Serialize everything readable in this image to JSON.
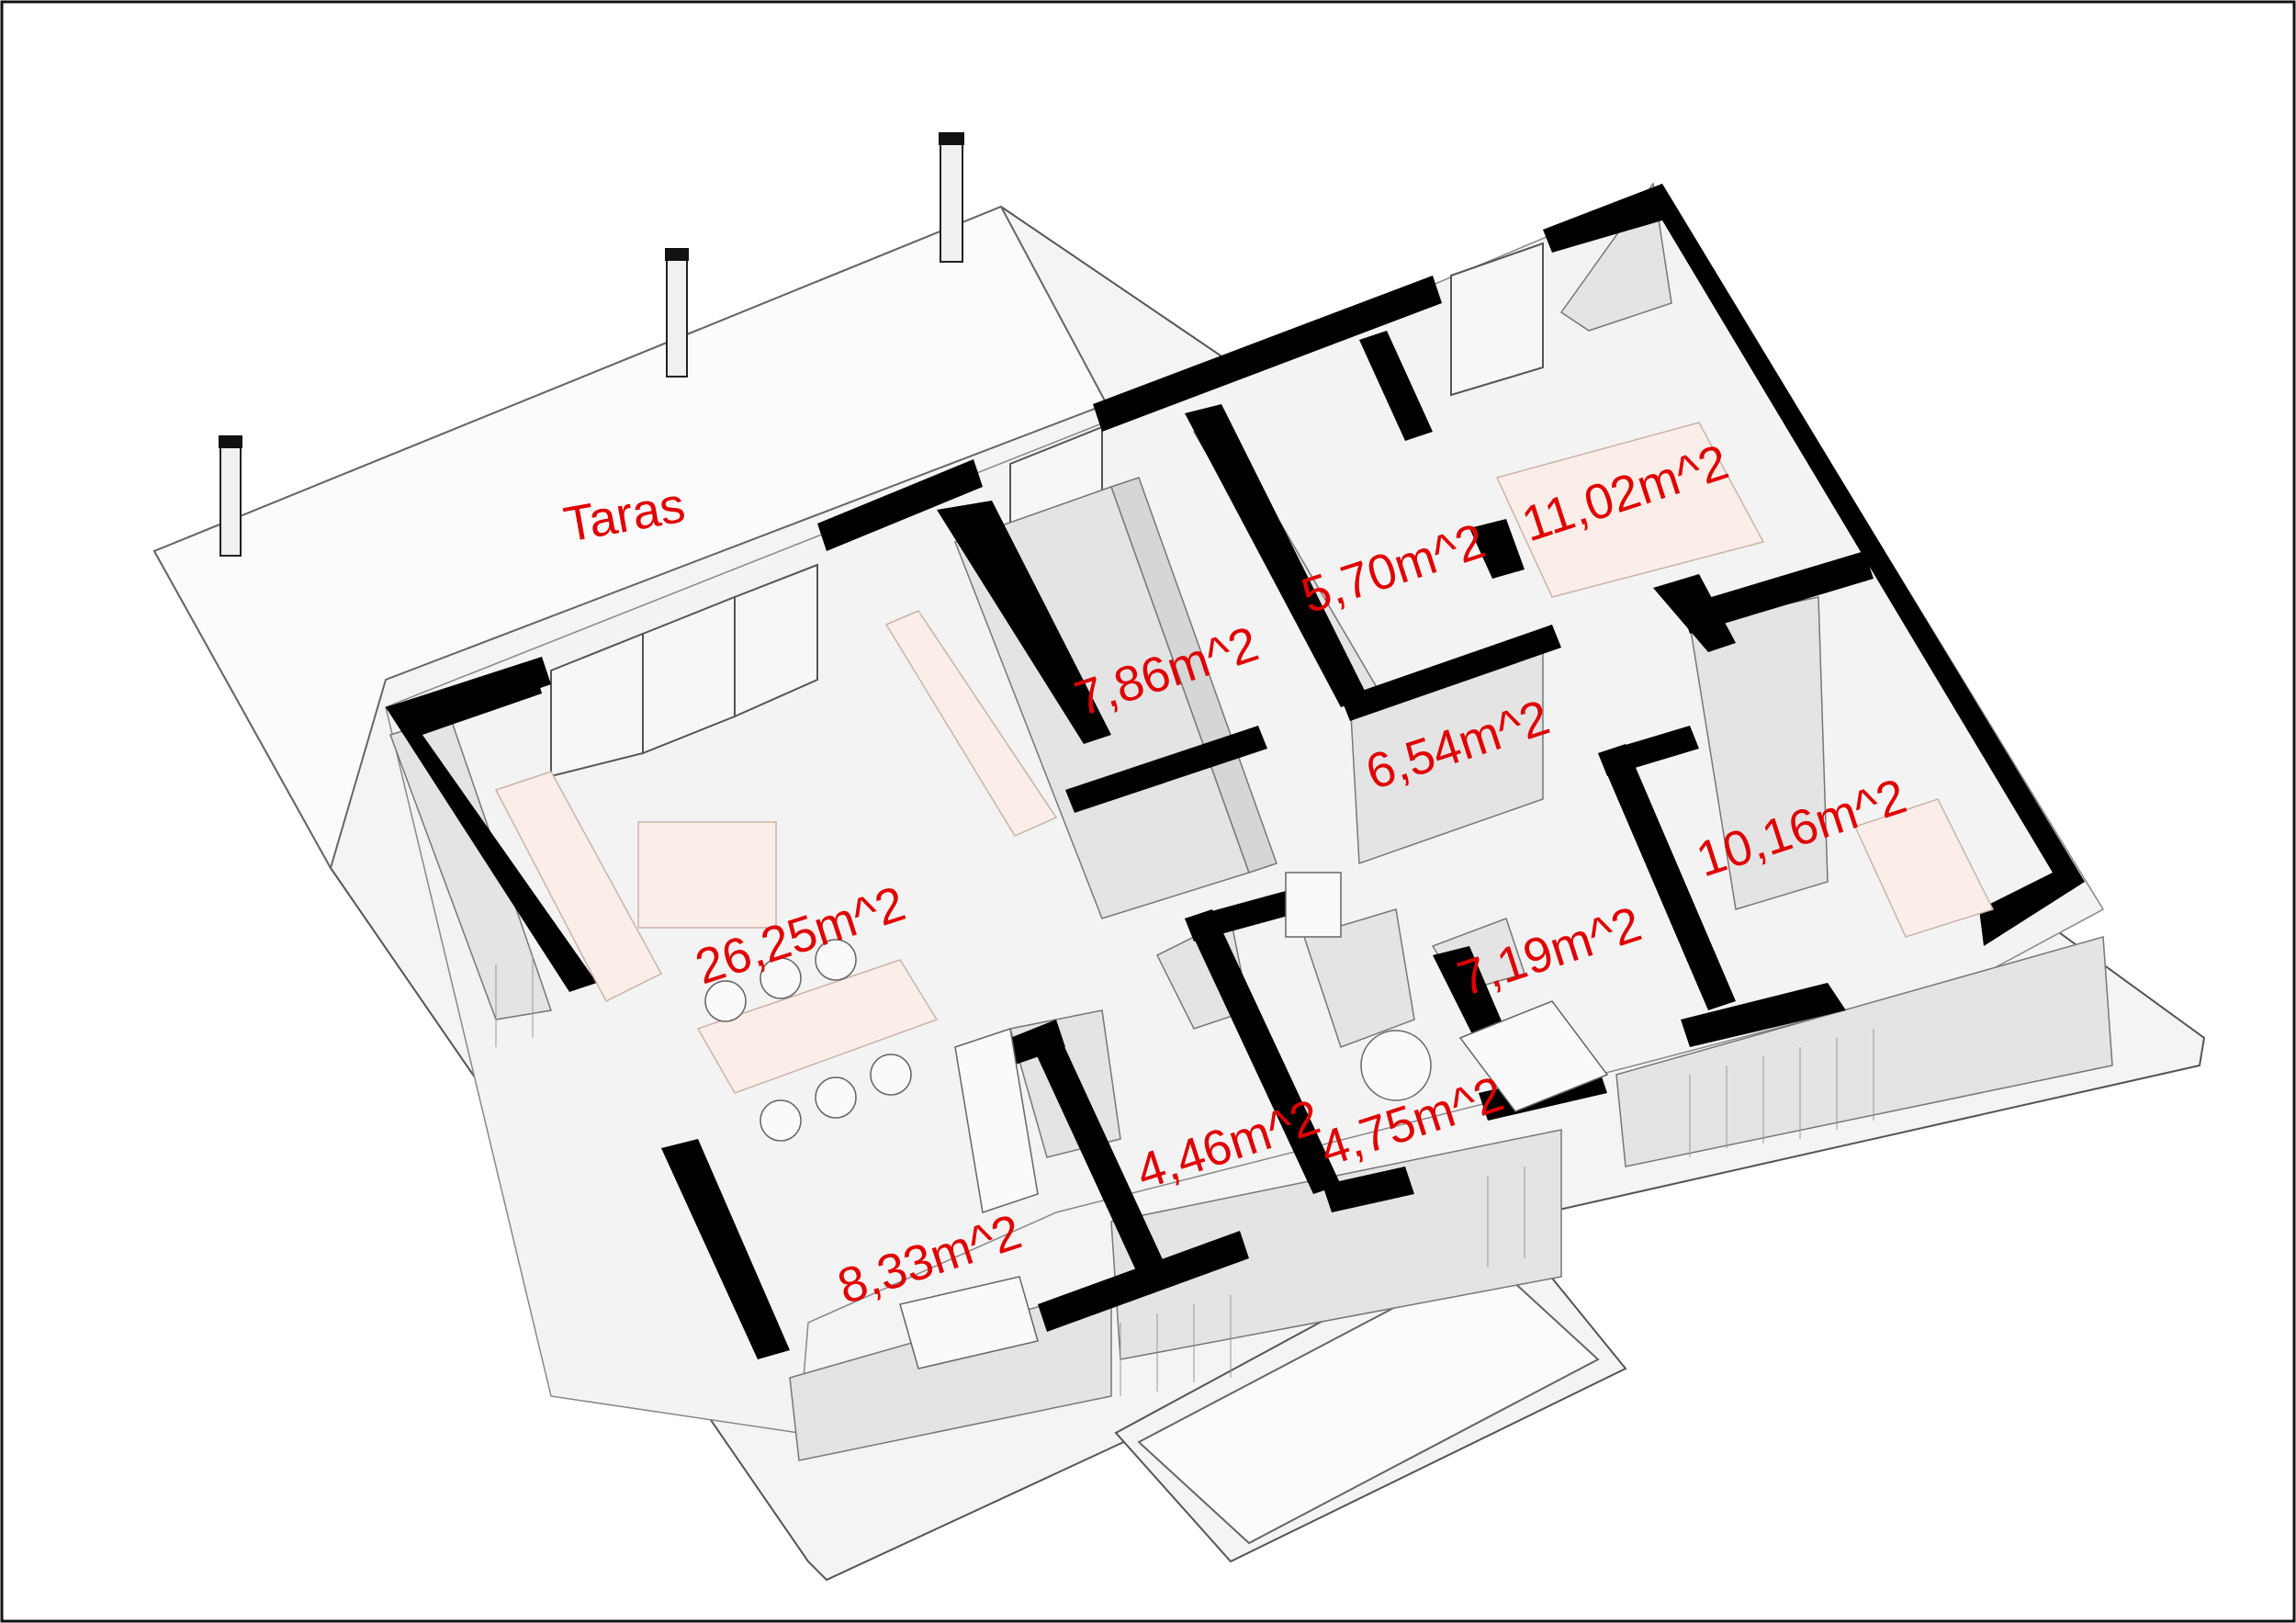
{
  "plan": {
    "rooms": [
      {
        "id": "taras",
        "label": "Taras"
      },
      {
        "id": "living",
        "label": "26,25m^2"
      },
      {
        "id": "room1",
        "label": "7,86m^2"
      },
      {
        "id": "room2",
        "label": "5,70m^2"
      },
      {
        "id": "room3",
        "label": "11,02m^2"
      },
      {
        "id": "hall",
        "label": "6,54m^2"
      },
      {
        "id": "room4",
        "label": "10,16m^2"
      },
      {
        "id": "bath",
        "label": "7,19m^2"
      },
      {
        "id": "laundry",
        "label": "4,75m^2"
      },
      {
        "id": "entry",
        "label": "4,46m^2"
      },
      {
        "id": "kitchen",
        "label": "8,33m^2"
      }
    ],
    "label_color": "#e00000",
    "wall_color": "#000000"
  }
}
